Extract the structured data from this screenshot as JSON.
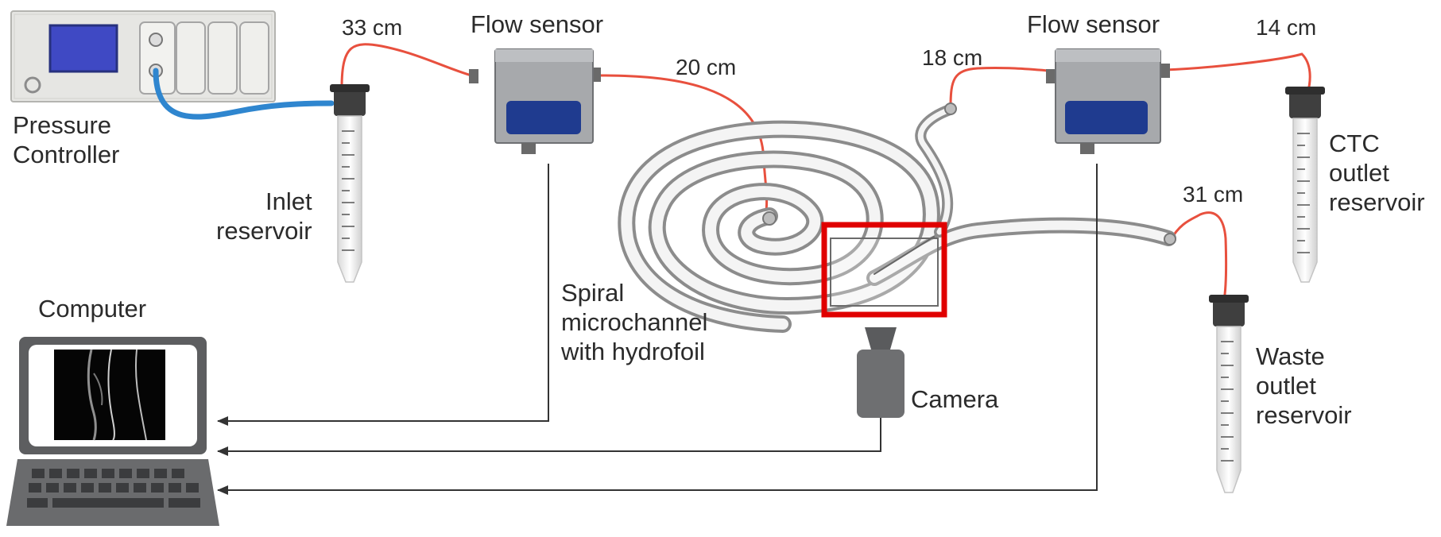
{
  "colors": {
    "tubing_red": "#e8503e",
    "air_line_blue": "#2f86cf",
    "device_grey": "#a7a9ac",
    "device_dark": "#4d4f52",
    "sensor_window": "#1f3b8f",
    "highlight_box": "#e00000",
    "line_dark": "#333333"
  },
  "labels": {
    "pressure_controller": [
      "Pressure",
      "Controller"
    ],
    "flow_sensor_left": "Flow sensor",
    "flow_sensor_right": "Flow sensor",
    "inlet_reservoir": [
      "Inlet",
      "reservoir"
    ],
    "spiral": [
      "Spiral",
      "microchannel",
      "with hydrofoil"
    ],
    "computer": "Computer",
    "camera": "Camera",
    "ctc_outlet": [
      "CTC",
      "outlet",
      "reservoir"
    ],
    "waste_outlet": [
      "Waste",
      "outlet",
      "reservoir"
    ]
  },
  "tubing_lengths": {
    "inlet_to_sensor": "33 cm",
    "sensor_to_spiral": "20 cm",
    "spiral_to_sensor": "18 cm",
    "sensor_to_ctc": "14 cm",
    "spiral_to_waste": "31 cm"
  },
  "icons": [
    "pressure-controller-icon",
    "flow-sensor-icon",
    "reservoir-tube-icon",
    "spiral-chip-icon",
    "camera-icon",
    "laptop-icon",
    "arrow-icon"
  ]
}
